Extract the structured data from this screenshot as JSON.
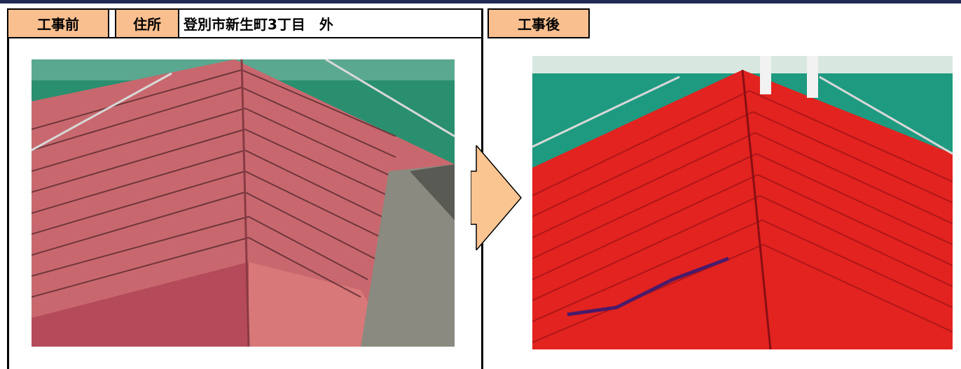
{
  "header": {
    "before_label": "工事前",
    "address_label": "住所",
    "address_value": "登別市新生町3丁目　外",
    "after_label": "工事後"
  },
  "colors": {
    "label_bg": "#fabf8f",
    "roof_before": "#c0595f",
    "roof_after": "#e0201f",
    "netting": "#1f8f6f",
    "arrow": "#fbc592"
  },
  "icons": {
    "arrow": "right-arrow-icon"
  }
}
